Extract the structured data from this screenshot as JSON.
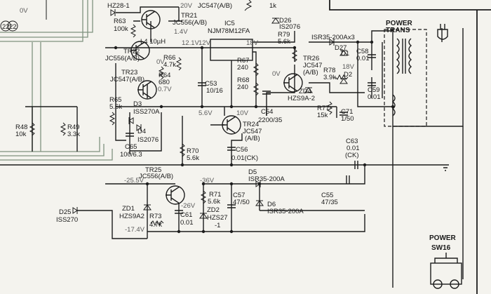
{
  "transistors": {
    "tr21": [
      "TR21",
      "JC556(A/B)"
    ],
    "tr22": [
      "TR22",
      "JC556(A/B)"
    ],
    "tr23": [
      "TR23",
      "JC547(A/B)"
    ],
    "tr24": [
      "TR24",
      "JC547",
      "(A/B)"
    ],
    "tr25": [
      "TR25",
      "JC556(A/B)"
    ],
    "tr26": [
      "TR26",
      "JC547",
      "(A/B)"
    ]
  },
  "ic": {
    "ref": "IC5",
    "part": "NJM78M12FA"
  },
  "diodes": {
    "hz28": "HZ28-1",
    "d3": [
      "D3",
      "ISS270A"
    ],
    "d4": [
      "D4",
      "IS2076"
    ],
    "d26": [
      "D26",
      "IS2076"
    ],
    "d27": "D27",
    "d1": "D1",
    "d2": "D2",
    "d5": [
      "D5",
      "ISR35-200A"
    ],
    "d6": [
      "D6",
      "ISR35-200A"
    ],
    "d25": [
      "D25",
      "ISS270"
    ],
    "zd1": [
      "ZD1",
      "HZS9A2"
    ],
    "zd2": [
      "ZD2",
      "HZS27",
      "-1"
    ],
    "zd4": [
      "ZD4",
      "HZS9A-2"
    ],
    "bridge": "ISR35-200Ax3"
  },
  "resistors": {
    "r63": [
      "R63",
      "100k"
    ],
    "r64": [
      "R64",
      "680"
    ],
    "r65": [
      "R65",
      "5.6k"
    ],
    "r66": [
      "R66",
      "4.7k"
    ],
    "r67": [
      "R67",
      "240"
    ],
    "r68": [
      "R68",
      "240"
    ],
    "r70": [
      "R70",
      "5.6k"
    ],
    "r71": [
      "R71",
      "5.6k"
    ],
    "r73": [
      "R73",
      "4.7k"
    ],
    "r77": [
      "R77",
      "15k"
    ],
    "r78": [
      "R78",
      "3.9k"
    ],
    "r79": [
      "R79",
      "5.6k"
    ],
    "r48": [
      "R48",
      "10k"
    ],
    "r49": [
      "R49",
      "3.3k"
    ],
    "top_1k": "1k"
  },
  "capacitors": {
    "c53": [
      "C53",
      "10/16"
    ],
    "c54": [
      "C54",
      "2200/35"
    ],
    "c55": [
      "C55",
      "47/35"
    ],
    "c56": [
      "C56",
      "0.01(CK)"
    ],
    "c57": [
      "C57",
      "47/50"
    ],
    "c58": [
      "C58",
      "0.01"
    ],
    "c59": [
      "C59",
      "0.01"
    ],
    "c61": [
      "C61",
      "0.01"
    ],
    "c63": [
      "C63",
      "0.01",
      "(CK)"
    ],
    "c65": [
      "C65",
      "100/6.3"
    ],
    "c71": [
      "C71",
      "1/50"
    ]
  },
  "inductor": "L4 10µH",
  "top_partial": "JC547(A/B)",
  "voltages": {
    "v20": "20V",
    "v14": "1.4V",
    "v12_1": "12.1V",
    "v12": "12V",
    "v0_a": "0V",
    "v0_7": "0.7V",
    "v18_a": "18V",
    "v0_b": "0V",
    "v18_b": "18V",
    "v5_6": "5.6V",
    "v10": "10V",
    "vm25_5": "-25.5V",
    "vm36": "-36V",
    "vm26": "-26V",
    "vm17_4": "-17.4V",
    "v0_top": "0V"
  },
  "power_trans": [
    "POWER",
    "TRANS"
  ],
  "power_switch": [
    "POWER",
    "SW16"
  ],
  "bus_numbers": [
    "22",
    "22"
  ]
}
